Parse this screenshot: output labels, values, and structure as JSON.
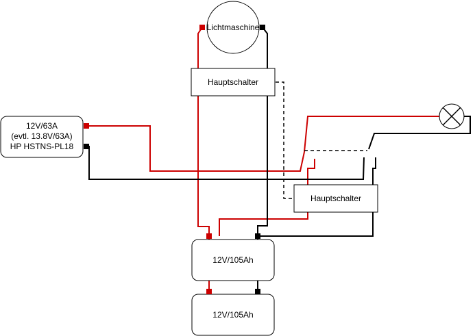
{
  "colors": {
    "positive": "#cc0000",
    "negative": "#000000",
    "outline": "#000000",
    "background": "#ffffff"
  },
  "components": {
    "alternator": {
      "label": "Lichtmaschine"
    },
    "main_switch_top": {
      "label": "Hauptschalter"
    },
    "main_switch_bottom": {
      "label": "Hauptschalter"
    },
    "power_supply": {
      "lines": [
        "12V/63A",
        "(evtl. 13.8V/63A)",
        "HP HSTNS-PL18"
      ]
    },
    "battery_top": {
      "label": "12V/105Ah"
    },
    "battery_bottom": {
      "label": "12V/105Ah"
    }
  }
}
